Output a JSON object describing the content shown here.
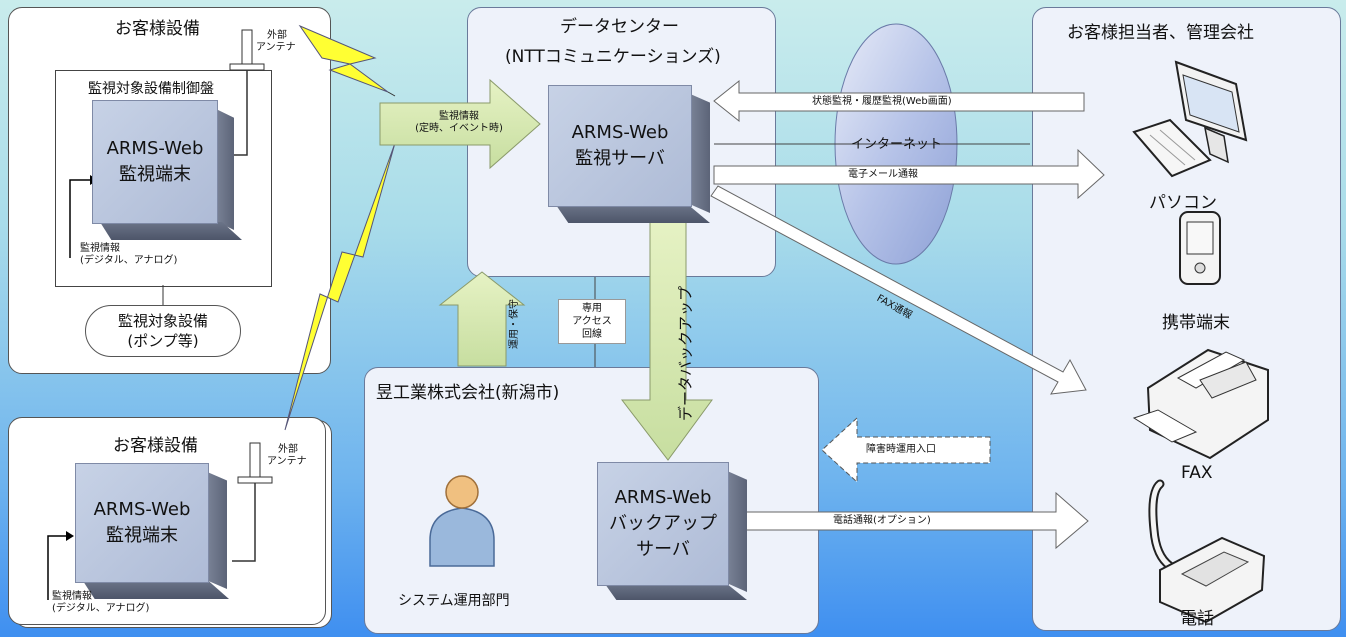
{
  "customer1": {
    "title": "お客様設備",
    "panel_title": "監視対象設備制御盤",
    "antenna": [
      "外部",
      "アンテナ"
    ],
    "terminal": [
      "ARMS-Web",
      "監視端末"
    ],
    "info": [
      "監視情報",
      "(デジタル、アナログ)"
    ],
    "equipment": [
      "監視対象設備",
      "(ポンプ等)"
    ]
  },
  "customer2": {
    "title": "お客様設備",
    "antenna": [
      "外部",
      "アンテナ"
    ],
    "terminal": [
      "ARMS-Web",
      "監視端末"
    ],
    "info": [
      "監視情報",
      "(デジタル、アナログ)"
    ]
  },
  "datacenter": {
    "title": "データセンター",
    "subtitle": "(NTTコミュニケーションズ)",
    "server": [
      "ARMS-Web",
      "監視サーバ"
    ]
  },
  "company": {
    "title": "昱工業株式会社(新潟市)",
    "server": [
      "ARMS-Web",
      "バックアップ",
      "サーバ"
    ],
    "dept": "システム運用部門"
  },
  "right": {
    "title": "お客様担当者、管理会社",
    "pc": "パソコン",
    "mobile": "携帯端末",
    "fax": "FAX",
    "phone": "電話"
  },
  "arrows": {
    "monitor_info": [
      "監視情報",
      "(定時、イベント時)"
    ],
    "status": "状態監視・履歴監視(Web画面)",
    "email": "電子メール通報",
    "fax": "FAX通報",
    "ops": "運用・保守",
    "backup": "データバックアップ",
    "failover": "障害時運用入口",
    "phone": "電話通報(オプション)"
  },
  "internet": "インターネット",
  "dedicated_line": [
    "専用",
    "アクセス",
    "回線"
  ]
}
